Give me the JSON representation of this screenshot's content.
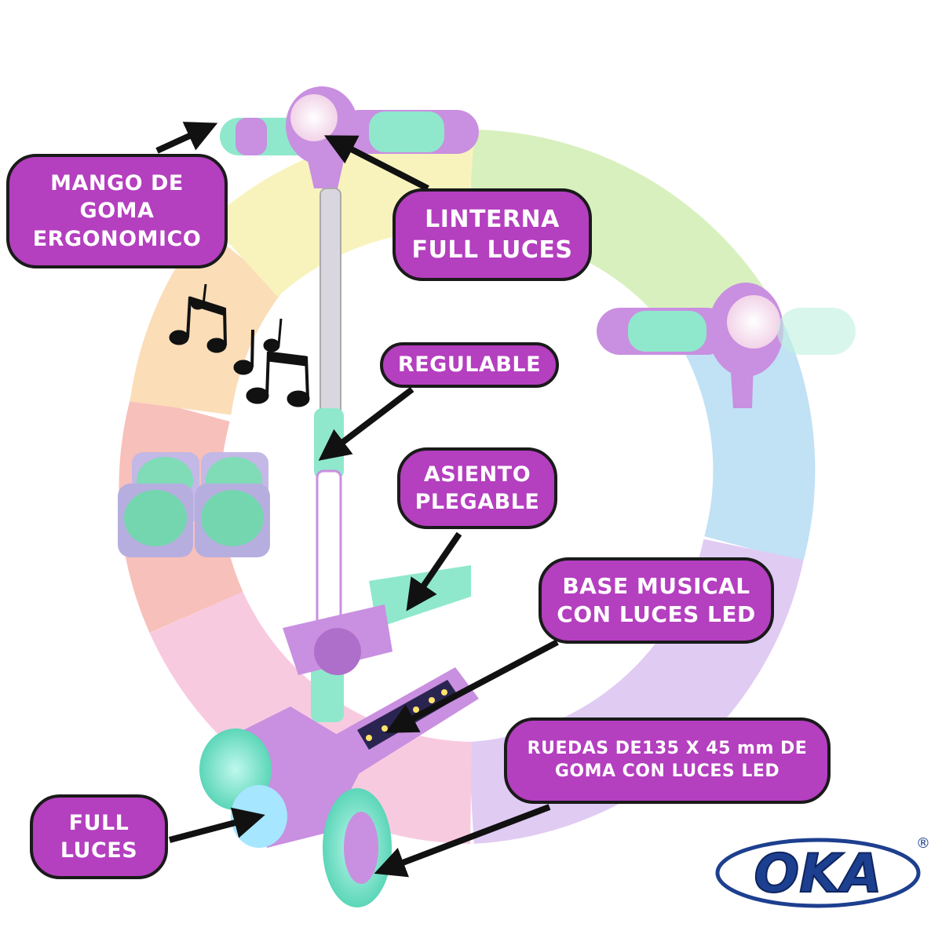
{
  "labels": {
    "mango": [
      "MANGO DE",
      "GOMA",
      "ERGONOMICO"
    ],
    "linterna": [
      "LINTERNA",
      "FULL LUCES"
    ],
    "regulable": [
      "REGULABLE"
    ],
    "asiento": [
      "ASIENTO",
      "PLEGABLE"
    ],
    "base": [
      "BASE MUSICAL",
      "CON LUCES LED"
    ],
    "ruedas": [
      "RUEDAS DE135 X 45 mm DE",
      "GOMA CON LUCES LED"
    ],
    "full": [
      "FULL",
      "LUCES"
    ]
  },
  "brand": {
    "logo_text": "OKA",
    "registered_mark": "®"
  },
  "colors": {
    "label_fill": "#b43fbf",
    "label_text": "#ffffff",
    "scooter_purple": "#c98fe0",
    "scooter_mint": "#8fe8cc",
    "logo_blue": "#1d3f8f"
  },
  "icons": [
    "music-notes-icon",
    "knee-pads-icon",
    "flashlight-icon"
  ]
}
